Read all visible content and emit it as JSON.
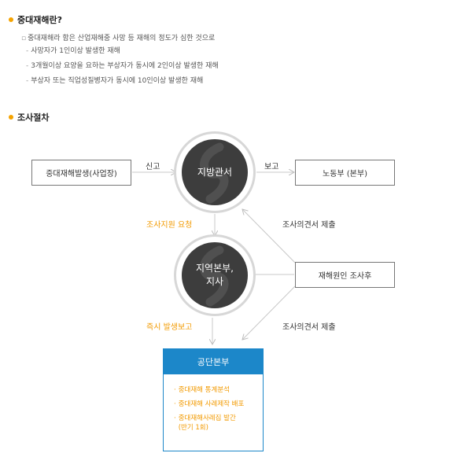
{
  "definition": {
    "title": "중대재해란?",
    "lead": "중대재해라 함은 산업재해중 사망 등 재해의 정도가 심한 것으로",
    "items": [
      "사망자가 1인이상 발생한 재해",
      "3개월이상 요양을 요하는 부상자가 동시에 2인이상 발생한 재해",
      "부상자 또는 직업성질병자가 동시에 10인이상 발생한 재해"
    ]
  },
  "procedure": {
    "title": "조사절차",
    "nodes": {
      "occurrence": "중대재해발생(사업장)",
      "local_office": "지방관서",
      "ministry": "노동부 (본부)",
      "regional": "지역본부,\n지사",
      "cause_investigation": "재해원인 조사후",
      "headquarters": "공단본부"
    },
    "labels": {
      "report_in": "신고",
      "report_out": "보고",
      "support_request": "조사지원 요청",
      "opinion_submit_1": "조사의견서 제출",
      "immediate_report": "즉시 발생보고",
      "opinion_submit_2": "조사의견서 제출"
    },
    "hq_items": [
      "중대재해 통계분석",
      "중대재해 사례제작 배포",
      "중대재해사례집 발간\n(반기 1회)"
    ]
  },
  "colors": {
    "accent_dot": "#f5a300",
    "orange_text": "#f29a00",
    "hq_blue": "#1c87c9",
    "circle_fill": "#3d3d3d",
    "line_gray": "#c8c8c8"
  }
}
